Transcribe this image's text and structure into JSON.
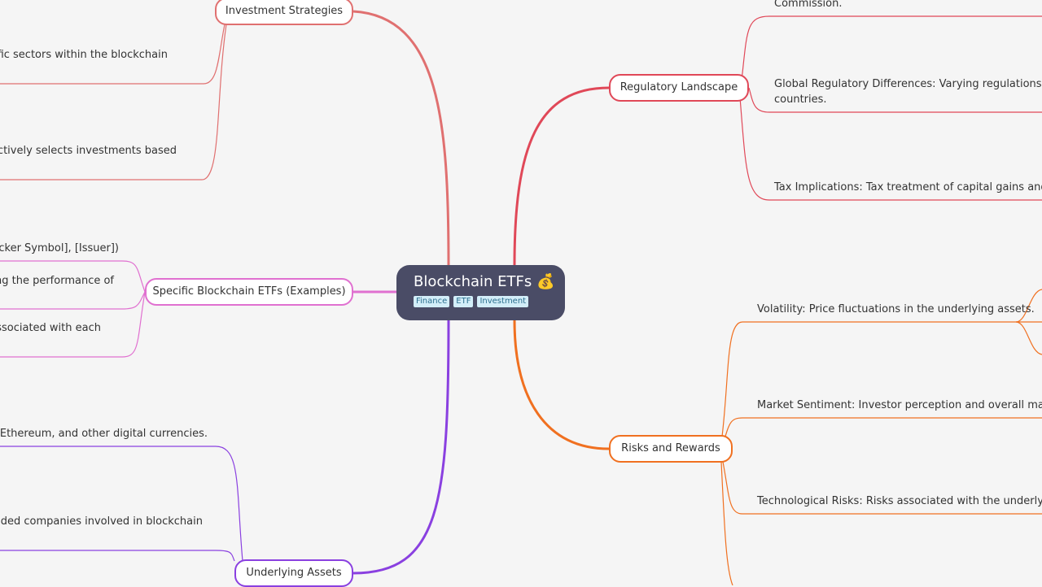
{
  "root": {
    "title": "Blockchain ETFs 💰",
    "tags": [
      "Finance",
      "ETF",
      "Investment"
    ]
  },
  "branches": {
    "investment_strategies": {
      "label": "Investment Strategies",
      "color": "#e07070",
      "leaves": [
        "ecific sectors within the blockchain",
        "er actively selects investments based"
      ]
    },
    "specific_etfs": {
      "label": "Specific Blockchain ETFs (Examples)",
      "color": "#e070d0",
      "leaves": [
        "[Ticker Symbol], [Issuer])",
        "ring the performance of",
        "associated with each"
      ]
    },
    "underlying_assets": {
      "label": "Underlying Assets",
      "color": "#8a40e0",
      "leaves": [
        "oin, Ethereum, and other digital currencies.",
        "traded companies involved in blockchain"
      ]
    },
    "regulatory": {
      "label": "Regulatory Landscape",
      "color": "#e04858",
      "leaves": [
        "Commission.",
        "Global Regulatory Differences: Varying regulations acro",
        "countries.",
        "Tax Implications: Tax treatment of capital gains and div"
      ]
    },
    "risks": {
      "label": "Risks and Rewards",
      "color": "#f07020",
      "leaves": [
        "Volatility: Price fluctuations in the underlying assets.",
        "Market Sentiment:  Investor perception and overall market",
        "Technological Risks:  Risks associated with the underlying t"
      ]
    }
  }
}
